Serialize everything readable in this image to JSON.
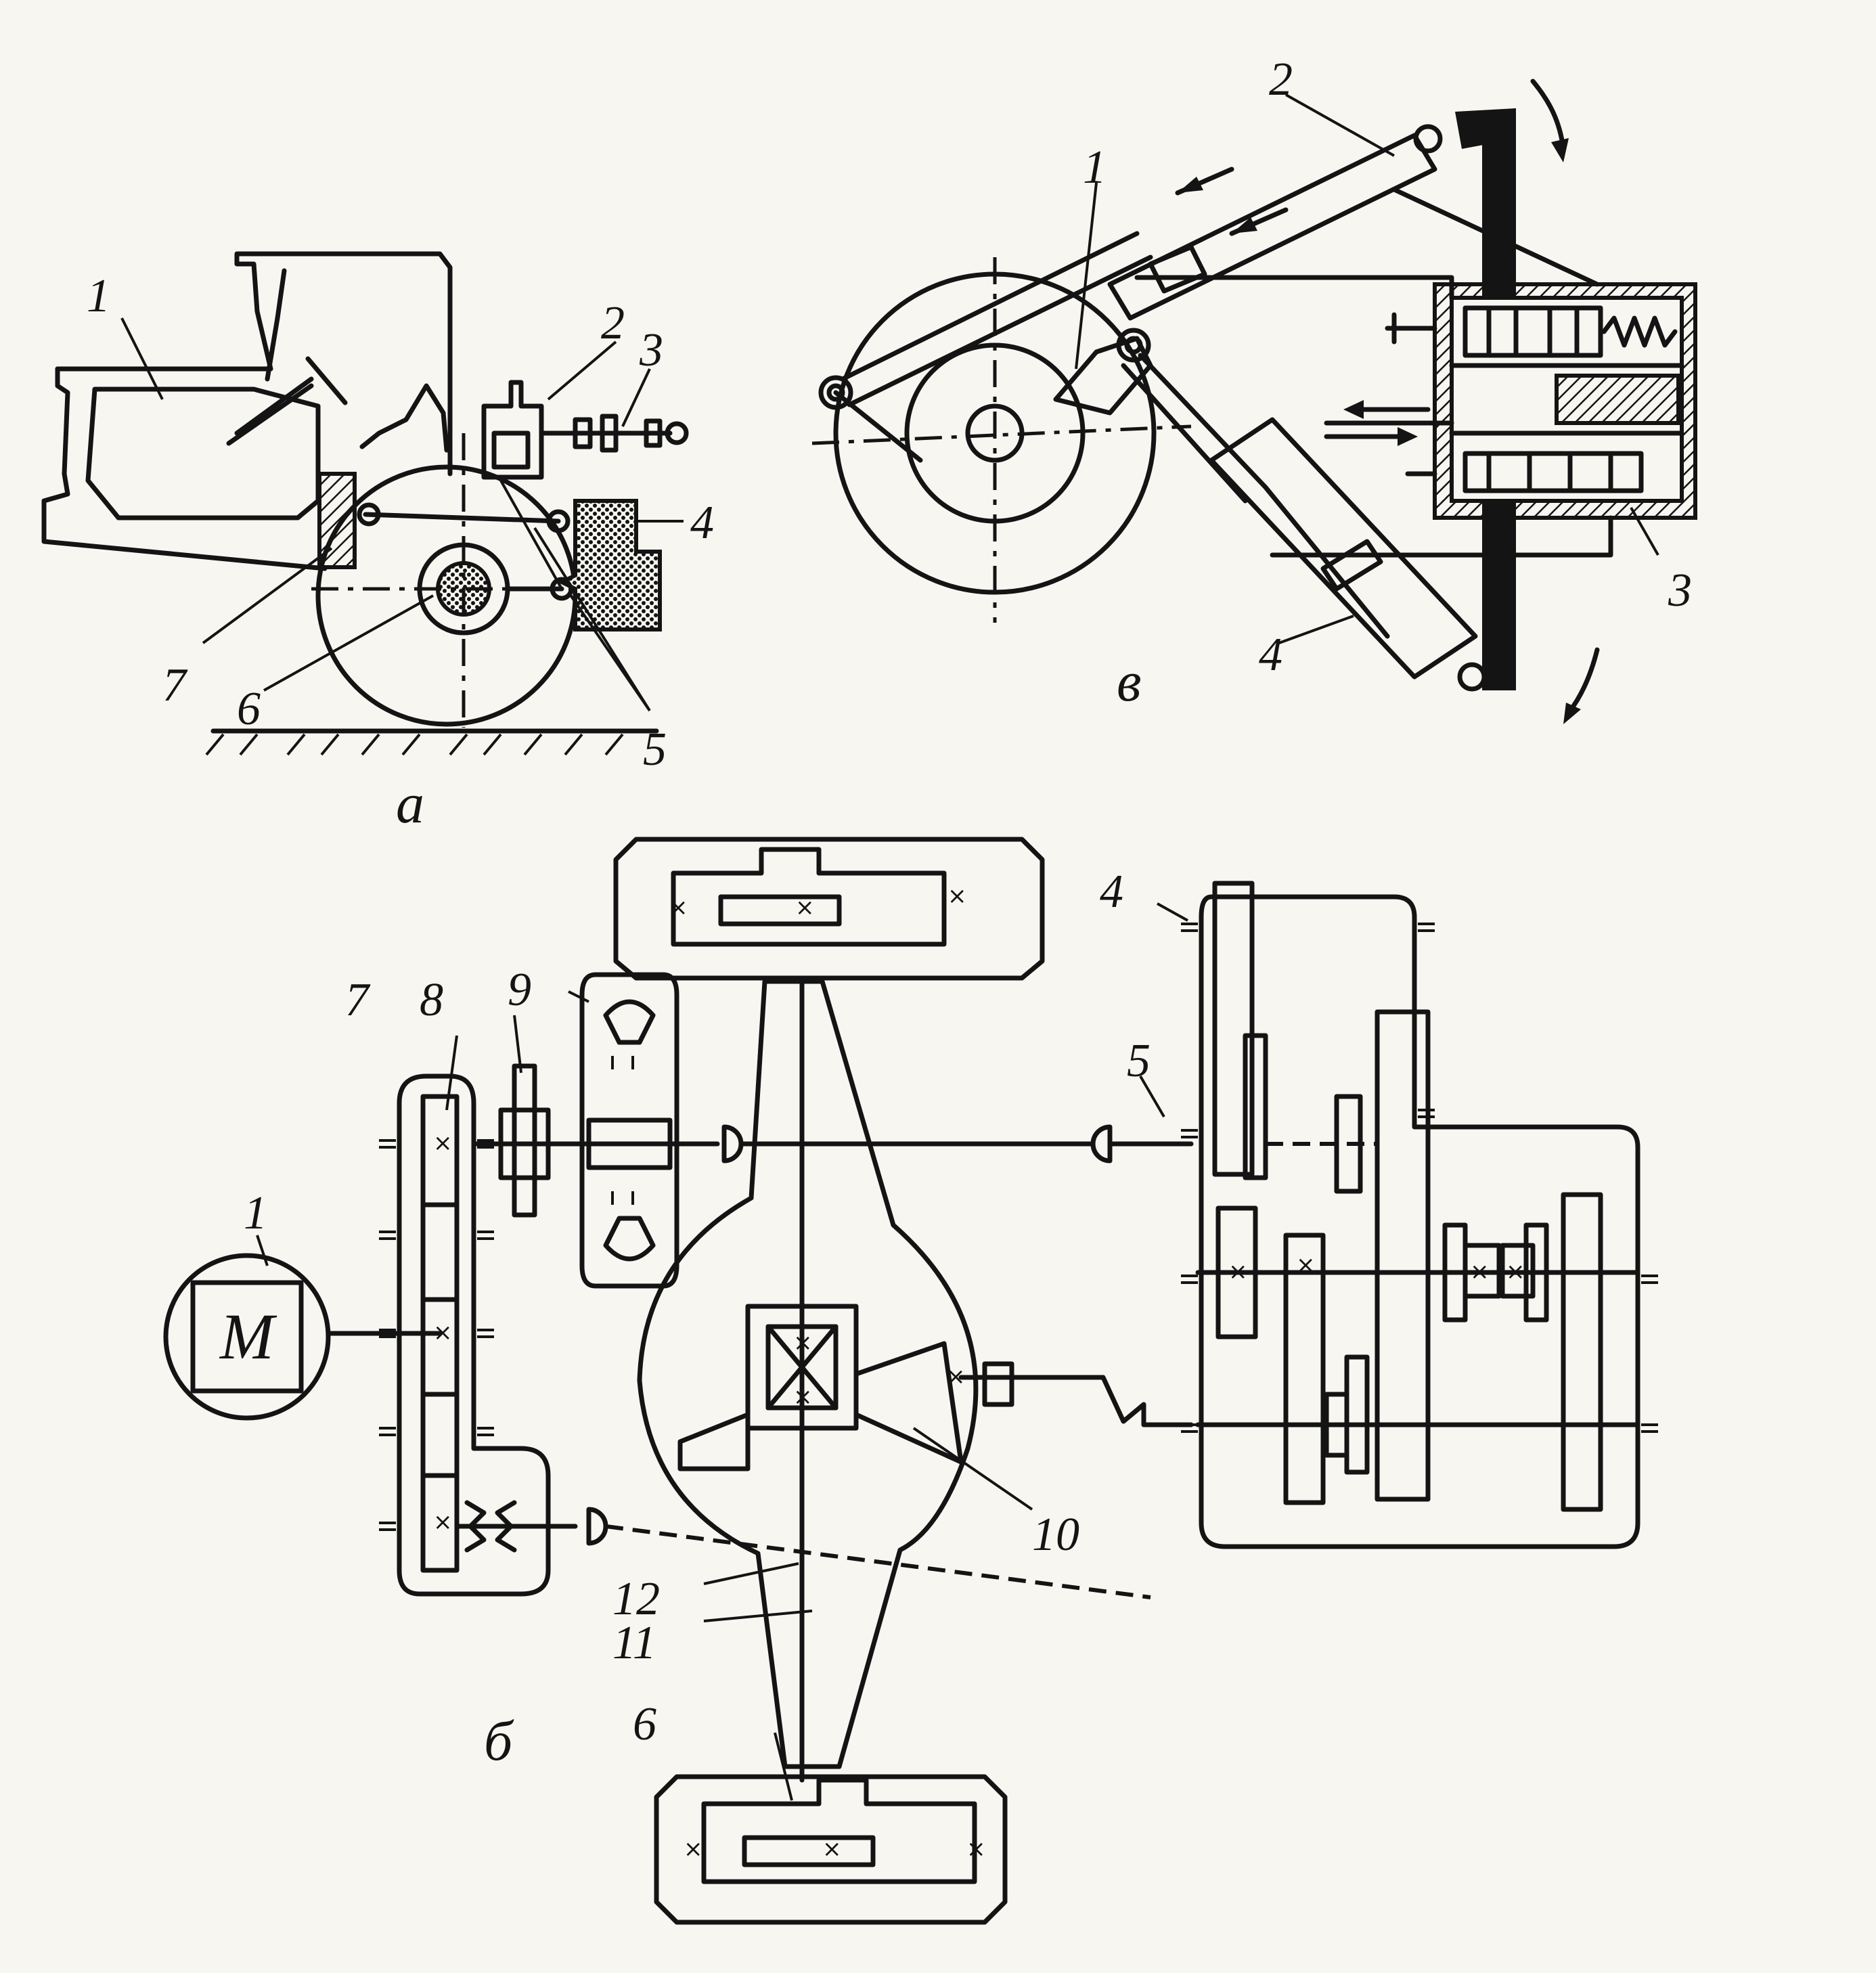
{
  "diagram_a": {
    "caption": "а",
    "labels": [
      "1",
      "2",
      "3",
      "4",
      "5",
      "6",
      "7"
    ]
  },
  "diagram_b": {
    "caption": "б",
    "motor_label": "M",
    "labels": [
      "1",
      "4",
      "5",
      "6",
      "7",
      "8",
      "9",
      "10",
      "11",
      "12"
    ]
  },
  "diagram_c": {
    "caption": "в",
    "labels": [
      "1",
      "2",
      "3",
      "4"
    ]
  },
  "colors": {
    "ink": "#141414",
    "paper": "#f7f6f1"
  }
}
